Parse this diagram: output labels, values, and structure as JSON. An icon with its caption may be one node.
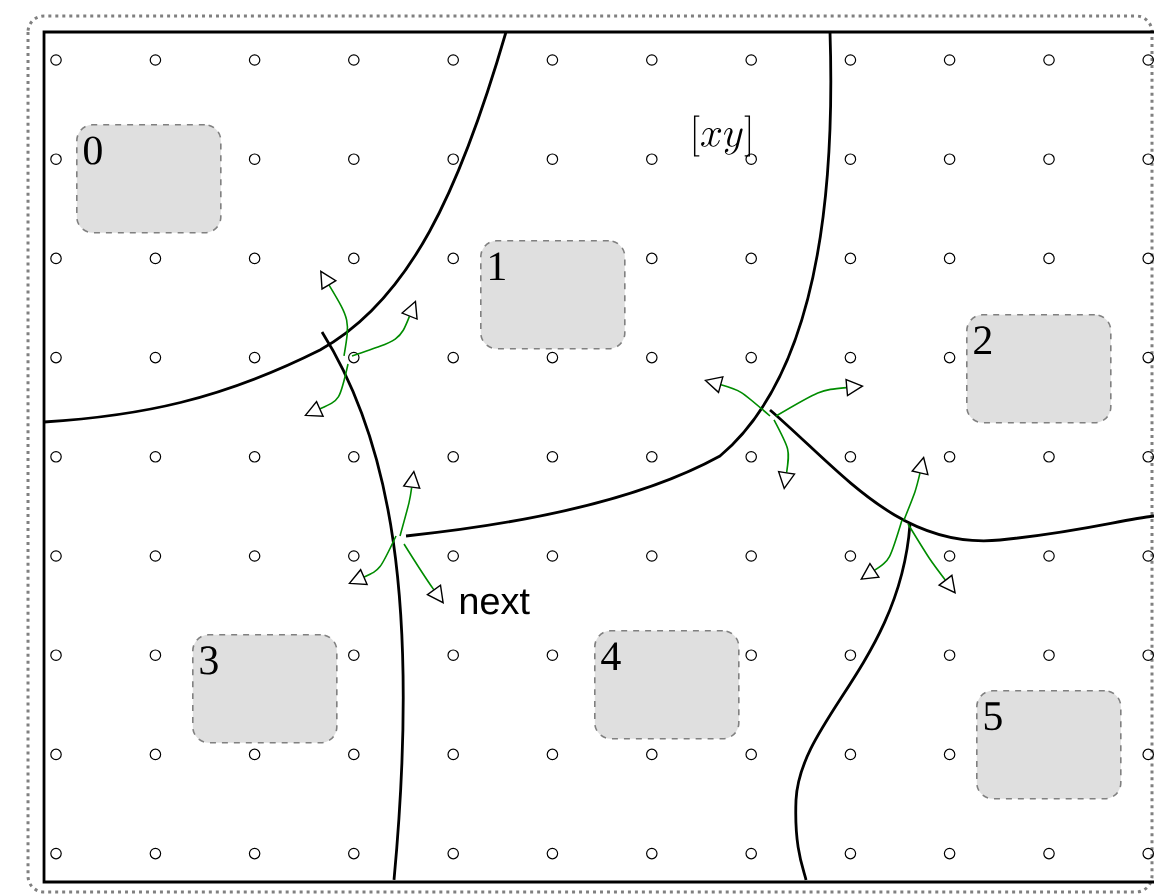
{
  "diagram": {
    "nodes": [
      {
        "text": [
          "0"
        ]
      },
      {
        "text": [
          "1"
        ]
      },
      {
        "text": [
          "2"
        ]
      },
      {
        "text": [
          "3"
        ]
      },
      {
        "text": [
          "4"
        ]
      },
      {
        "text": [
          "5"
        ]
      }
    ],
    "labels": [
      "[xy]",
      "next"
    ]
  }
}
